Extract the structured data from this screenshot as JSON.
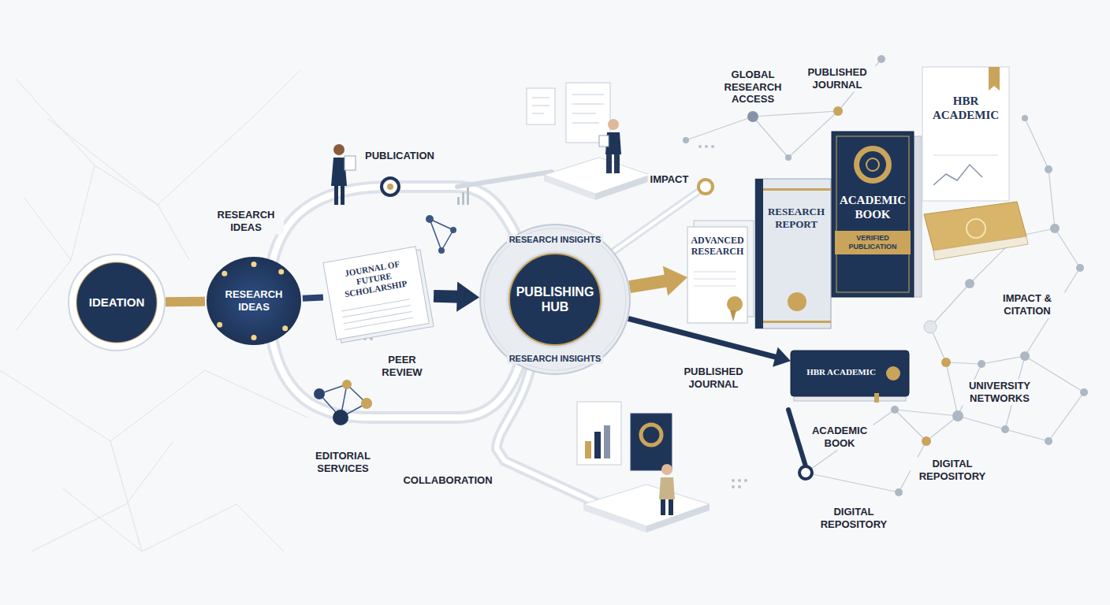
{
  "diagram": {
    "nodes": [
      {
        "text": [
          "IDEATION"
        ]
      },
      {
        "text": [
          "RESEARCH IDEAS"
        ]
      },
      {
        "text": [
          "JOURNAL OF FUTURE SCHOLARSHIP"
        ]
      },
      {
        "text": [
          "RESEARCH INSIGHTS",
          "PUBLISHING HUB",
          "RESEARCH INSIGHTS"
        ]
      },
      {
        "text": [
          "ADVANCED RESEARCH"
        ]
      },
      {
        "text": [
          "RESEARCH REPORT"
        ]
      },
      {
        "text": [
          "ACADEMIC BOOK",
          "VERIFIED PUBLICATION"
        ]
      },
      {
        "text": [
          "HBR ACADEMIC"
        ]
      },
      {
        "text": [
          "HBR ACADEMIC"
        ]
      }
    ],
    "edges": [
      {
        "from": 0,
        "to": 1,
        "arrow": "none"
      },
      {
        "from": 1,
        "to": 2,
        "arrow": "none"
      },
      {
        "from": 2,
        "to": 3,
        "arrow": "to"
      },
      {
        "from": 3,
        "to": 4,
        "arrow": "to"
      },
      {
        "from": 3,
        "to": 8,
        "arrow": "to"
      }
    ],
    "labels": [
      "RESEARCH IDEAS",
      "PUBLICATION",
      "PEER REVIEW",
      "EDITORIAL SERVICES",
      "COLLABORATION",
      "IMPACT",
      "GLOBAL RESEARCH ACCESS",
      "PUBLISHED JOURNAL",
      "PUBLISHED JOURNAL",
      "IMPACT & CITATION",
      "UNIVERSITY NETWORKS",
      "ACADEMIC BOOK",
      "DIGITAL REPOSITORY",
      "DIGITAL REPOSITORY"
    ]
  }
}
